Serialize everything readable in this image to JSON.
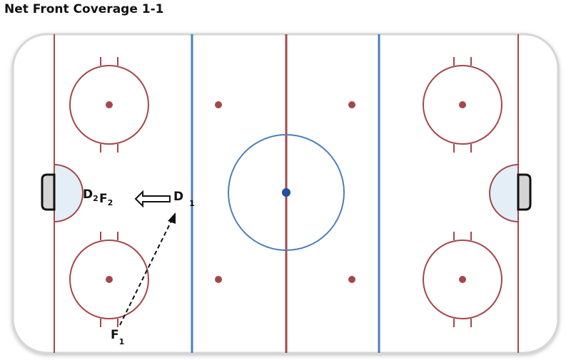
{
  "title": "Net Front Coverage 1-1",
  "colors": {
    "red_line": "#a5474a",
    "blue_line": "#4a7fb8",
    "center_dot": "#1f4fa0",
    "crease_fill": "#e4eef6",
    "board": "#d8d8d8"
  },
  "players": {
    "d2": {
      "letter": "D",
      "sub": "2"
    },
    "f2": {
      "letter": "F",
      "sub": "2"
    },
    "d1": {
      "letter": "D",
      "sub": "1"
    },
    "f1": {
      "letter": "F",
      "sub": "1"
    }
  }
}
